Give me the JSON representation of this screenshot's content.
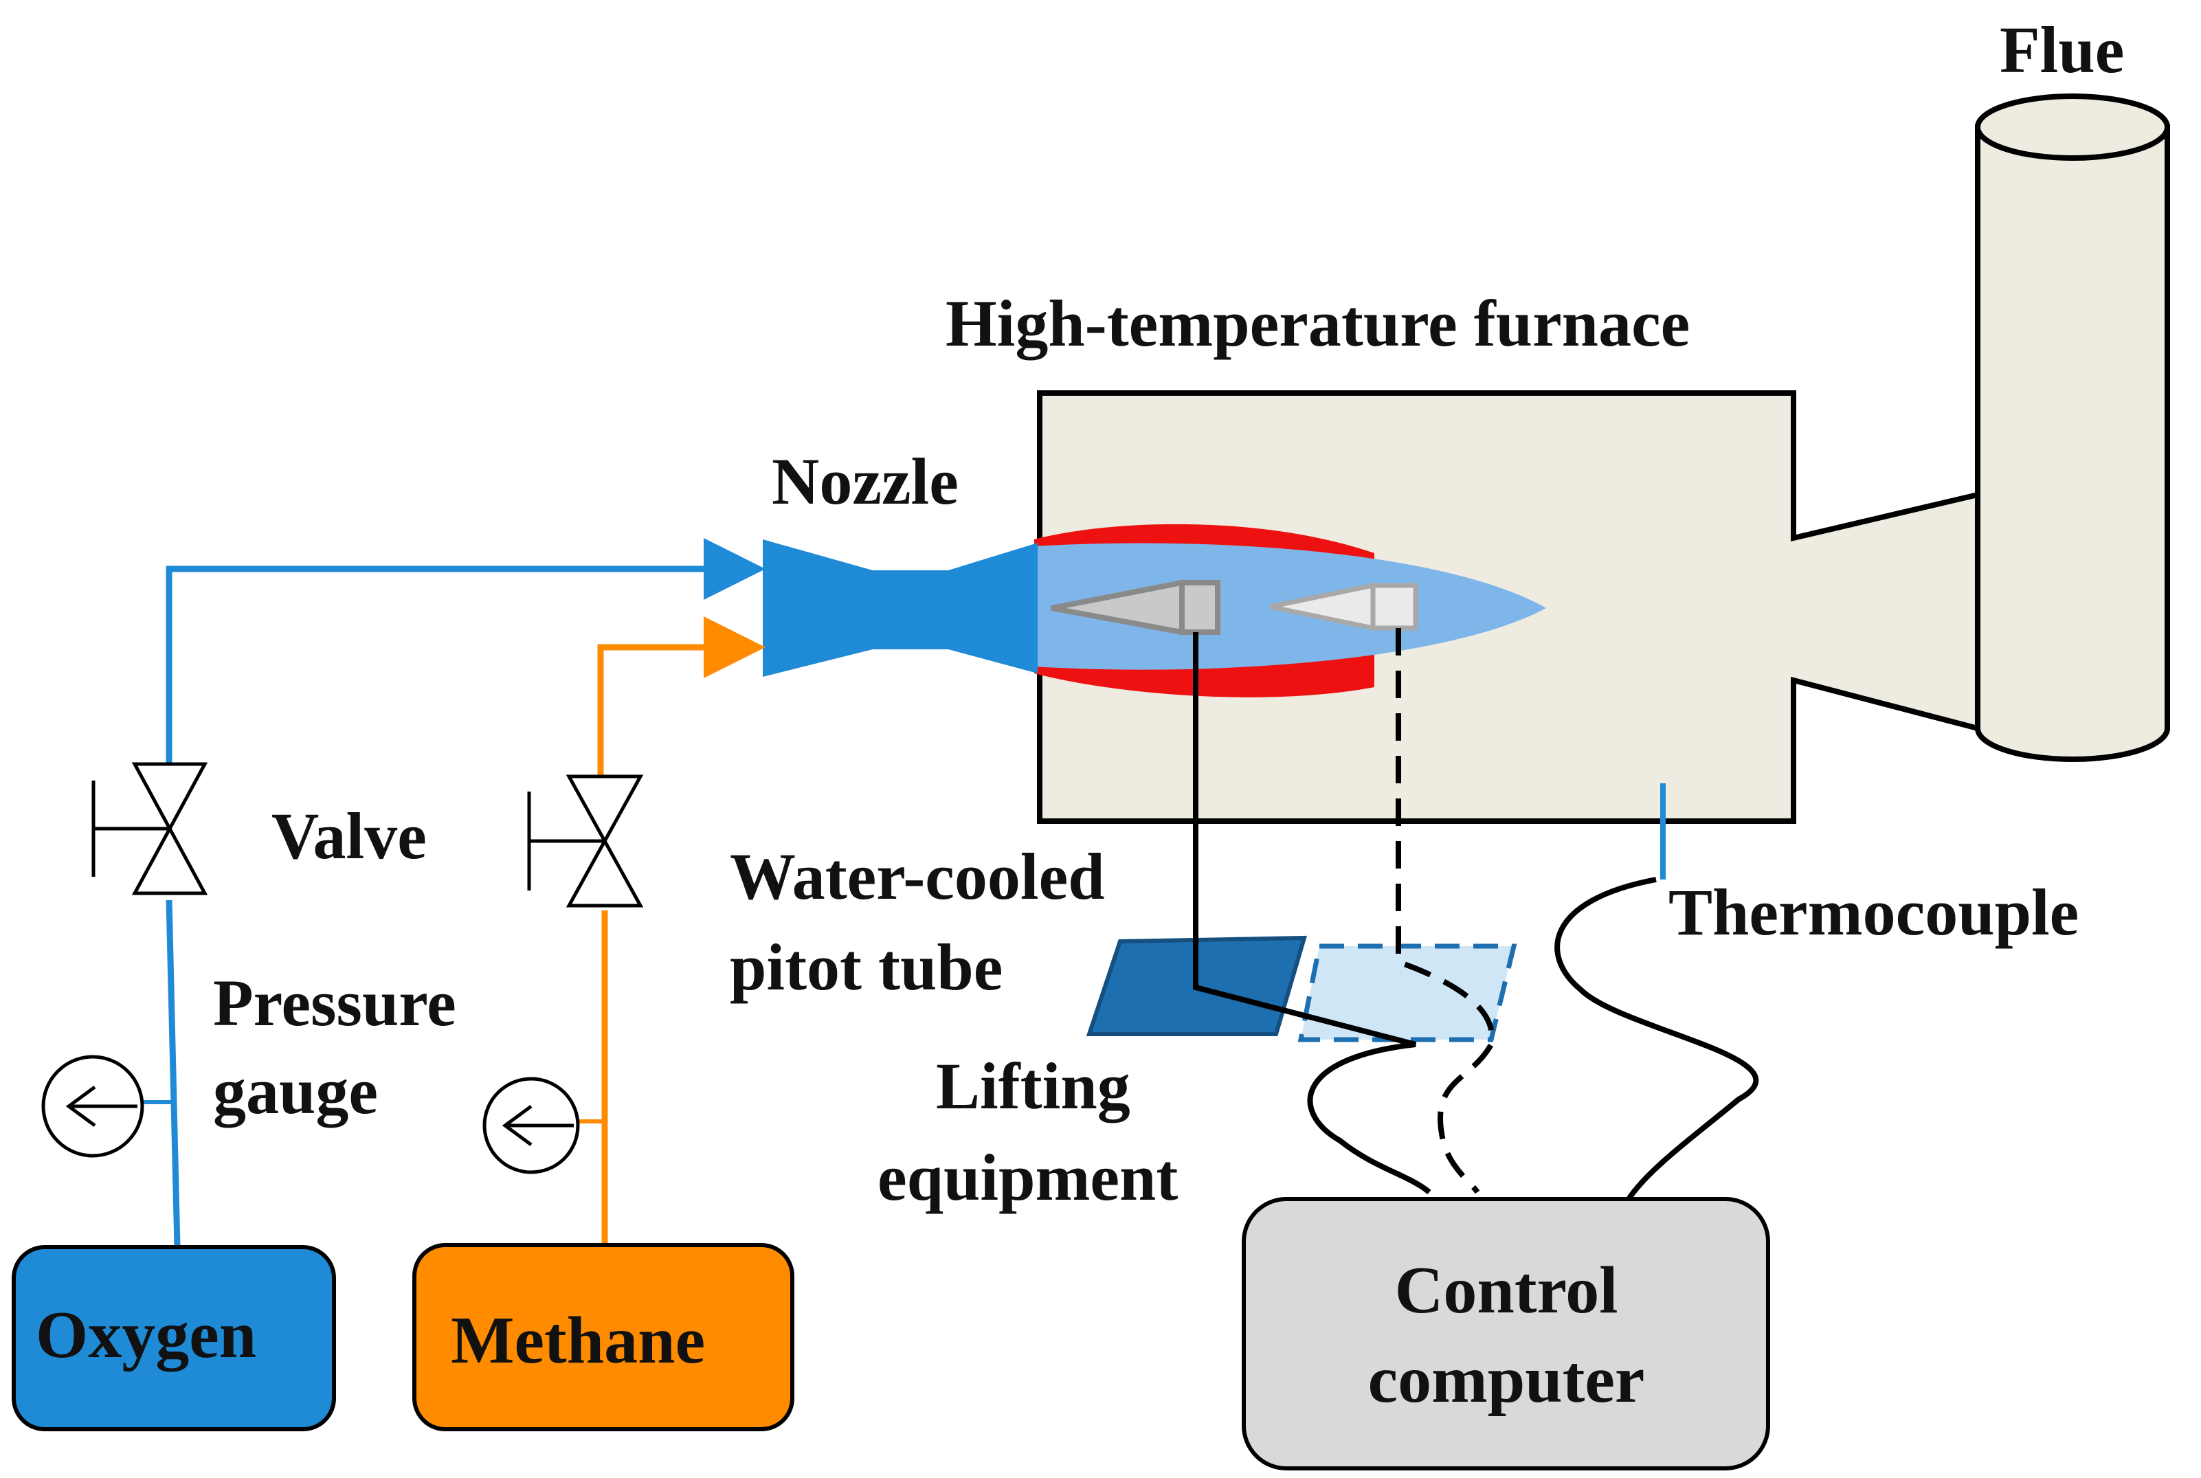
{
  "labels": {
    "flue": "Flue",
    "furnace": "High-temperature furnace",
    "nozzle": "Nozzle",
    "valve": "Valve",
    "pitot_line1": "Water-cooled",
    "pitot_line2": "pitot tube",
    "thermocouple": "Thermocouple",
    "pressure_line1": "Pressure",
    "pressure_line2": "gauge",
    "lifting_line1": "Lifting",
    "lifting_line2": "equipment",
    "oxygen": "Oxygen",
    "methane": "Methane",
    "computer_line1": "Control",
    "computer_line2": "computer"
  },
  "colors": {
    "oxygen": "#1f8ad6",
    "methane": "#ff8c00",
    "furnace_fill": "#eeebe0",
    "flame_outer": "#ee1111",
    "flame_inner": "#7eb6ea",
    "computer_fill": "#d9d9d9",
    "lifting_solid": "#1e6fb0",
    "lifting_ghost": "#cfe6f7"
  }
}
